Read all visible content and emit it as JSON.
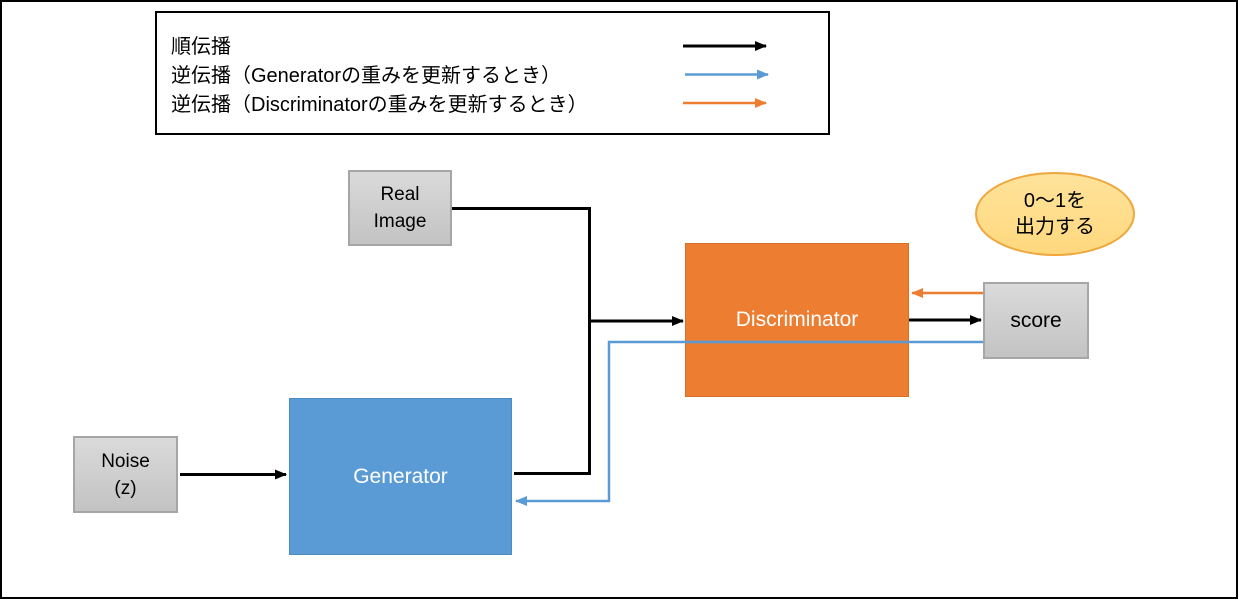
{
  "legend": {
    "items": [
      {
        "label": "順伝播",
        "meaning": "forward pass",
        "color": "#000000"
      },
      {
        "label": "逆伝播（Generatorの重みを更新するとき）",
        "meaning": "backprop when updating Generator weights",
        "color": "#5b9bd5"
      },
      {
        "label": "逆伝播（Discriminatorの重みを更新するとき）",
        "meaning": "backprop when updating Discriminator weights",
        "color": "#ed7d31"
      }
    ]
  },
  "nodes": {
    "real_image": {
      "line1": "Real",
      "line2": "Image"
    },
    "noise": {
      "line1": "Noise",
      "line2": "(z)"
    },
    "generator": {
      "label": "Generator"
    },
    "discriminator": {
      "label": "Discriminator"
    },
    "score": {
      "label": "score"
    },
    "output_note": {
      "line1": "0～1を",
      "line2": "出力する"
    }
  },
  "colors": {
    "forward": "#000000",
    "backprop_generator": "#5b9bd5",
    "backprop_discriminator": "#ed7d31",
    "generator_fill": "#5b9bd5",
    "discriminator_fill": "#ed7d31",
    "gray_box_fill": "#cdcdcd",
    "gray_box_border": "#a6a6a6",
    "note_fill": "#ffde8d",
    "note_border": "#efa73d"
  }
}
